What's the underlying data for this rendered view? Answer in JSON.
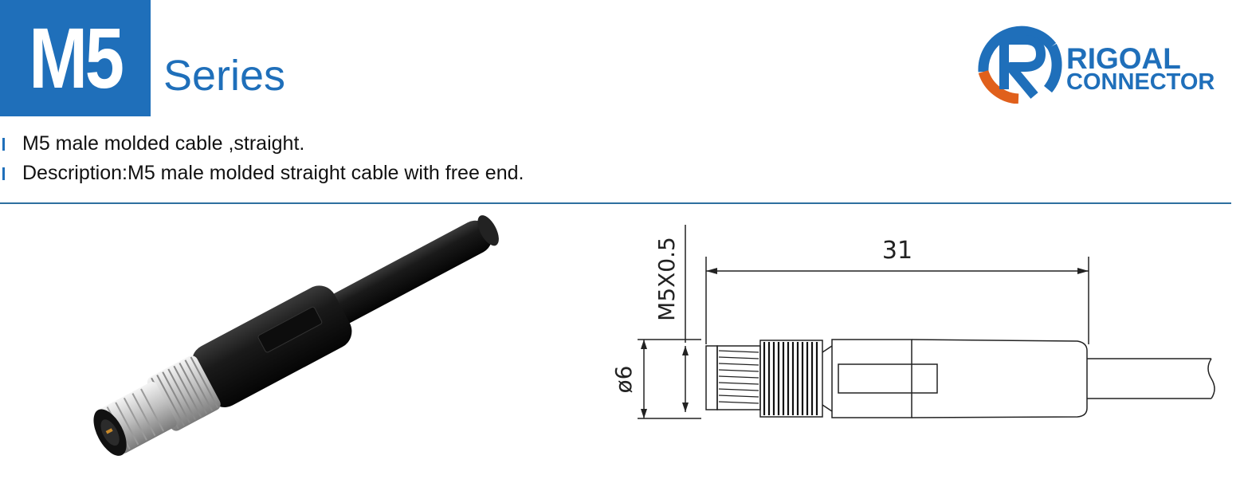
{
  "header": {
    "badge": "M5",
    "series": "Series"
  },
  "logo": {
    "line1": "RIGOAL",
    "line2": "CONNECTOR",
    "primary_color": "#1f6fba",
    "accent_color": "#e0601c"
  },
  "description": {
    "bullets": [
      "M5 male molded cable ,straight.",
      "Description:M5 male molded straight cable with free end."
    ]
  },
  "drawing": {
    "thread_label": "M5X0.5",
    "length_label": "31",
    "diameter_label": "ø6"
  },
  "colors": {
    "brand_blue": "#1f6fba",
    "divider": "#2d6f9f"
  }
}
